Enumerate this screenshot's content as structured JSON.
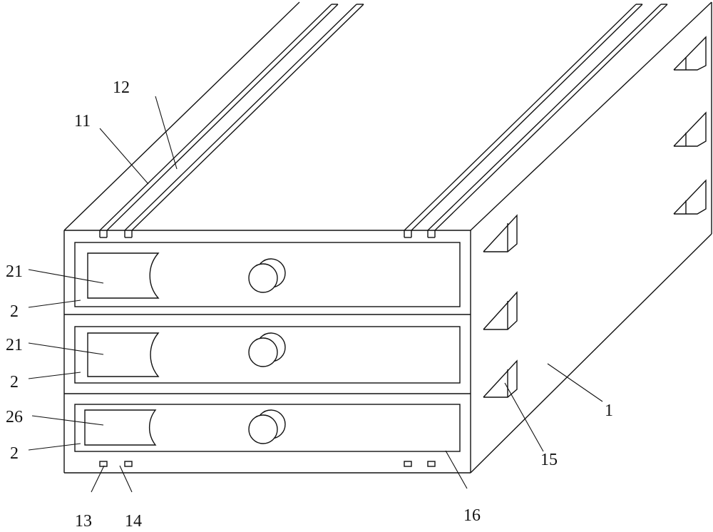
{
  "figure": {
    "labels": {
      "box": "1",
      "drawer_1": "2",
      "drawer_2": "2",
      "drawer_3": "2",
      "rail_outer": "11",
      "rail_inner": "12",
      "foot_outer": "13",
      "foot_inner": "14",
      "bracket": "15",
      "bottom_edge": "16",
      "window_1": "21",
      "window_2": "21",
      "window_3": "26"
    }
  }
}
